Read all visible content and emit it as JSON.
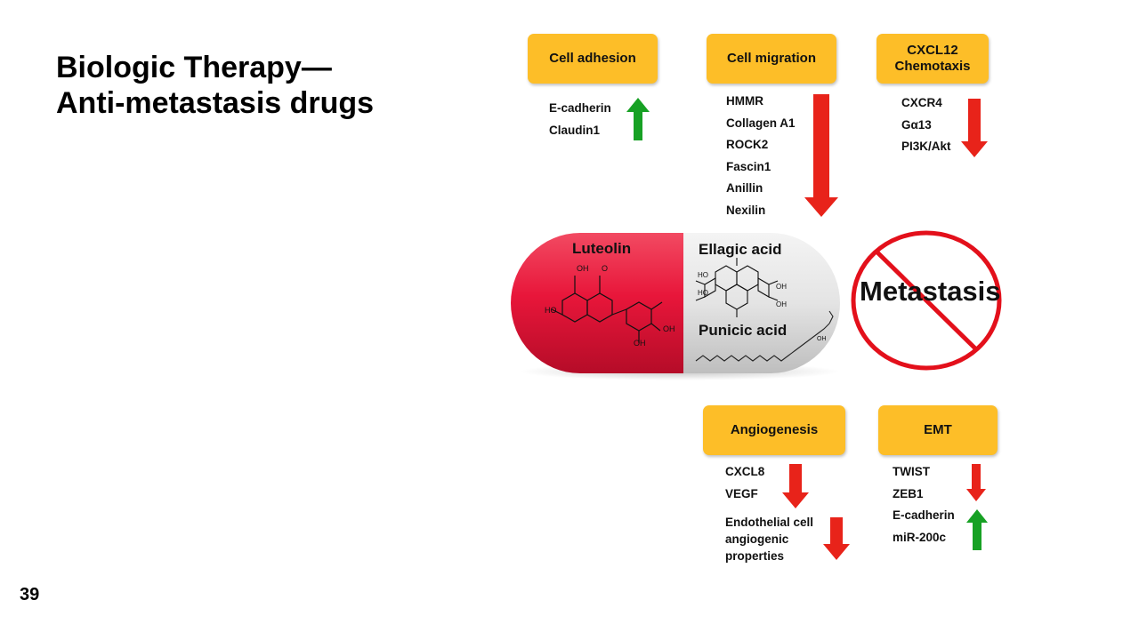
{
  "slide": {
    "title_line1": "Biologic Therapy—",
    "title_line2": "Anti-metastasis drugs",
    "page_number": "39"
  },
  "diagram": {
    "cell_adhesion": {
      "title": "Cell adhesion",
      "items": [
        "E-cadherin",
        "Claudin1"
      ],
      "effect": "increase"
    },
    "cell_migration": {
      "title": "Cell migration",
      "items": [
        "HMMR",
        "Collagen A1",
        "ROCK2",
        "Fascin1",
        "Anillin",
        "Nexilin"
      ],
      "effect": "decrease"
    },
    "cxcl12": {
      "title_line1": "CXCL12",
      "title_line2": "Chemotaxis",
      "items": [
        "CXCR4",
        "Gα13",
        "PI3K/Akt"
      ],
      "effect": "decrease"
    },
    "pill": {
      "left_label": "Luteolin",
      "right_label_top": "Ellagic acid",
      "right_label_bottom": "Punicic acid",
      "left_color": "#E8163A",
      "right_color": "#E6E6E6"
    },
    "molecule_labels": {
      "oh": "OH",
      "ho": "HO",
      "o": "O"
    },
    "no_sign": {
      "text": "Metastasis",
      "color": "#E3101B"
    },
    "angiogenesis": {
      "title": "Angiogenesis",
      "items_a": [
        "CXCL8",
        "VEGF"
      ],
      "items_b": [
        "Endothelial cell",
        "angiogenic",
        "properties"
      ],
      "effect": "decrease"
    },
    "emt": {
      "title": "EMT",
      "items_down": [
        "TWIST",
        "ZEB1"
      ],
      "items_up": [
        "E-cadherin",
        "miR-200c"
      ]
    },
    "colors": {
      "box": "#FDBE28",
      "arrow_down": "#E8231A",
      "arrow_up": "#17A124"
    }
  }
}
